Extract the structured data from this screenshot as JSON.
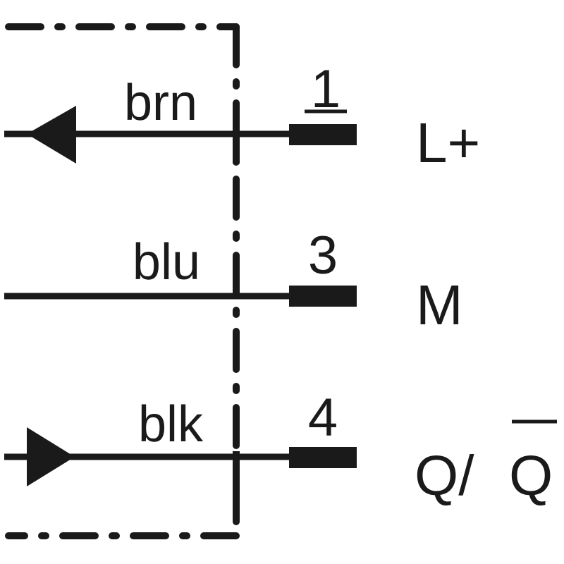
{
  "wires": [
    {
      "color_label": "brn",
      "pin": "1",
      "signal": "L+",
      "direction": "out"
    },
    {
      "color_label": "blu",
      "pin": "3",
      "signal": "M",
      "direction": "none"
    },
    {
      "color_label": "blk",
      "pin": "4",
      "signal": "Q/",
      "signal_overlined": "Q",
      "direction": "in"
    }
  ],
  "colors": {
    "ink": "#1a1a1a",
    "background": "#ffffff"
  }
}
